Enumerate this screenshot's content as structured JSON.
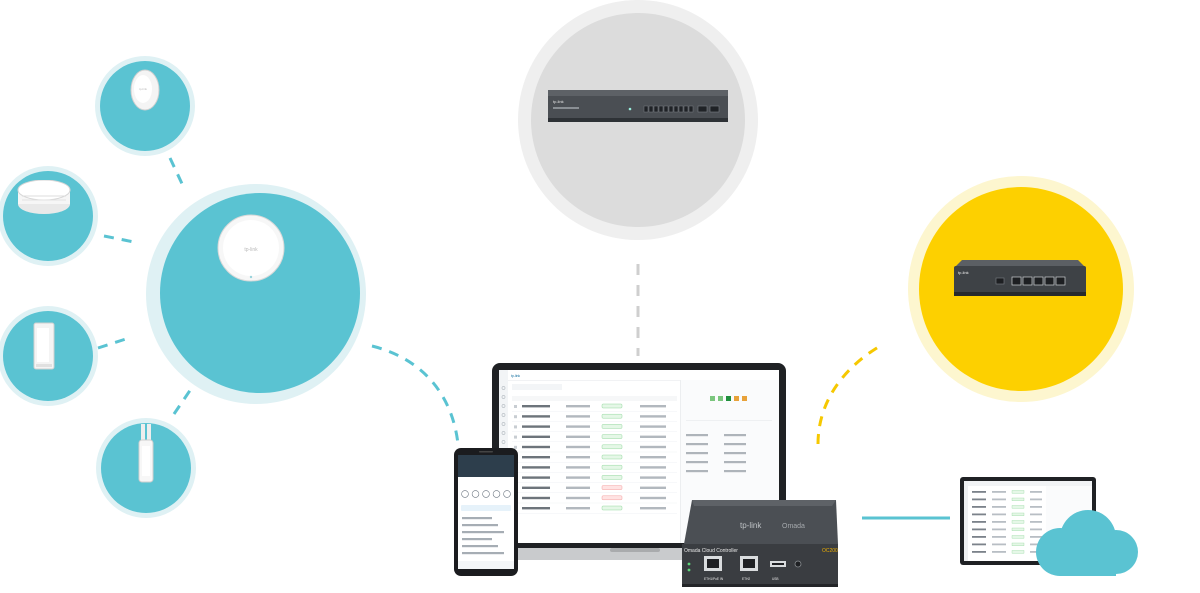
{
  "colors": {
    "teal": "#5ac3d2",
    "teal_ring": "#dff1f4",
    "gray_circle": "#dcdcdc",
    "gray_ring": "#efefef",
    "yellow": "#fdd000",
    "yellow_ring": "#fdf6cf",
    "cloud": "#5ac3d2",
    "dash_teal": "#5ac3d2",
    "dash_gray": "#cfcfcf",
    "dash_yellow": "#f6c800"
  },
  "icons": {
    "ap_main": "ceiling-access-point-icon",
    "ap_small_1": "ceiling-access-point-icon",
    "ap_small_2": "ceiling-access-point-icon",
    "ap_wall": "wall-plate-access-point-icon",
    "ap_outdoor": "outdoor-access-point-icon",
    "switch": "poe-switch-icon",
    "router": "gateway-router-icon",
    "controller": "hardware-controller-icon",
    "cloud": "cloud-icon",
    "laptop": "laptop-icon",
    "phone": "smartphone-icon",
    "monitor": "monitor-icon"
  },
  "brand": {
    "logo": "tp-link",
    "small_logo": "tp-link",
    "controller_product": "Omada",
    "controller_title": "Omada Cloud Controller",
    "controller_model": "OC200",
    "controller_port_labels": [
      "ETH1/PoE IN",
      "ETH2",
      "USB"
    ]
  }
}
